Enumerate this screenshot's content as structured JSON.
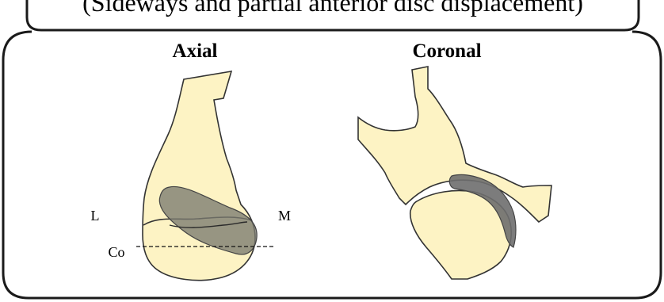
{
  "header": {
    "caption": "(Sideways and partial anterior disc displacement)"
  },
  "views": {
    "axial": {
      "title": "Axial",
      "labels": {
        "lateral": "L",
        "medial": "M",
        "condylar_line": "Co"
      }
    },
    "coronal": {
      "title": "Coronal"
    }
  },
  "colors": {
    "bone_fill": "#fdf3c4",
    "outline": "#333333",
    "disc_fill": "#7a7a70",
    "disc_fill_coronal": "#6e6e6e",
    "frame_stroke": "#1a1a1a"
  }
}
